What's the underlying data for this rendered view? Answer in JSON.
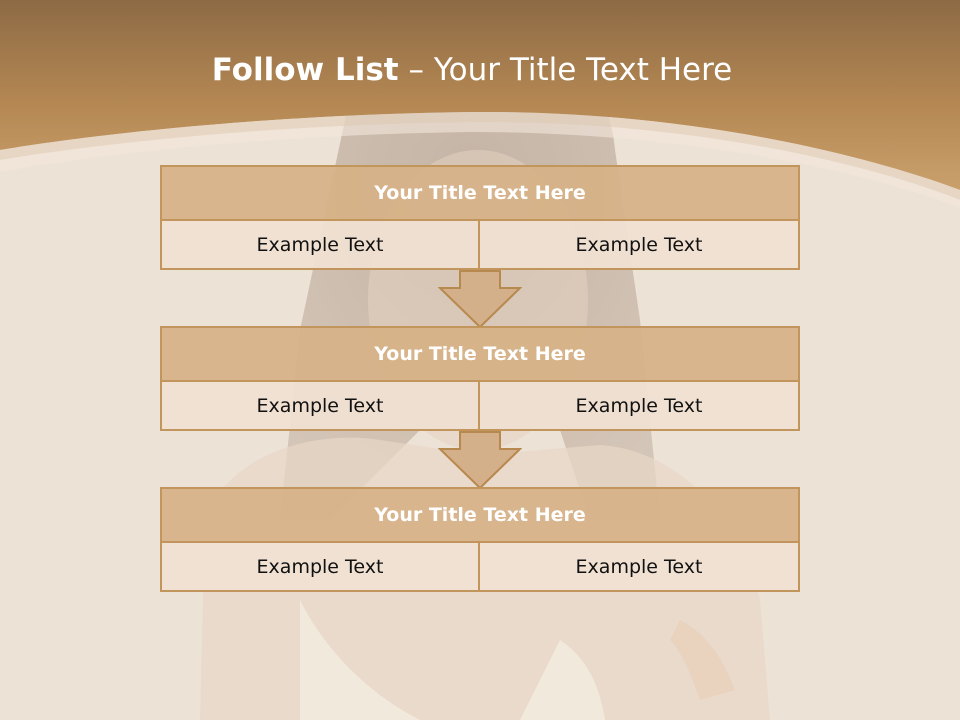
{
  "header": {
    "title_bold": "Follow List",
    "title_rest": " – Your Title Text Here"
  },
  "blocks": [
    {
      "title": "Your Title Text Here",
      "cells": [
        "Example Text",
        "Example Text"
      ]
    },
    {
      "title": "Your Title Text Here",
      "cells": [
        "Example Text",
        "Example Text"
      ]
    },
    {
      "title": "Your Title Text Here",
      "cells": [
        "Example Text",
        "Example Text"
      ]
    }
  ],
  "colors": {
    "header_band": "#c69b67",
    "table_head": "#d6b287",
    "table_cell": "#f0e1d2",
    "border": "#c2955d",
    "arrow_fill": "#d4b08a",
    "background": "#ede1d3"
  },
  "icons": {
    "arrow": "down-arrow-icon"
  }
}
